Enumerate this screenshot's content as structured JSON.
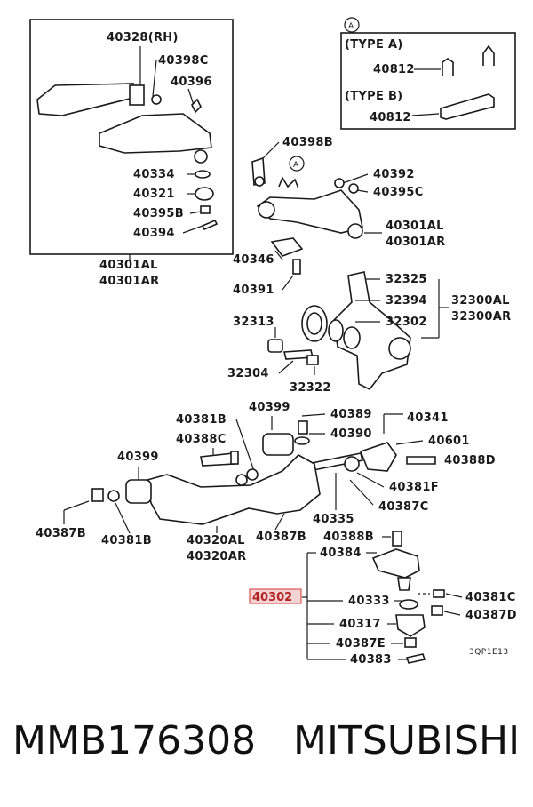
{
  "diagram": {
    "inset_box": {
      "circle_letter": "A",
      "type_a_label": "(TYPE A)",
      "type_a_part": "40812",
      "type_b_label": "(TYPE B)",
      "type_b_part": "40812"
    },
    "left_box": {
      "title": "40328(RH)",
      "p40398C": "40398C",
      "p40396": "40396",
      "p40334": "40334",
      "p40321": "40321",
      "p40395B": "40395B",
      "p40394": "40394",
      "assy_1": "40301AL",
      "assy_2": "40301AR"
    },
    "upper_arm": {
      "p40398B": "40398B",
      "circle_letter": "A",
      "p40392": "40392",
      "p40395C": "40395C",
      "p40301AL": "40301AL",
      "p40301AR": "40301AR",
      "p40346": "40346",
      "p40391": "40391"
    },
    "knuckle": {
      "p32325": "32325",
      "p32394": "32394",
      "p32302": "32302",
      "p32300AL": "32300AL",
      "p32300AR": "32300AR",
      "p32313": "32313",
      "p32304": "32304",
      "p32322": "32322"
    },
    "lower_arm": {
      "p40381B_top": "40381B",
      "p40388C": "40388C",
      "p40399_top": "40399",
      "p40389": "40389",
      "p40390": "40390",
      "p40341": "40341",
      "p40601": "40601",
      "p40388D": "40388D",
      "p40399_left": "40399",
      "p40381F": "40381F",
      "p40387C": "40387C",
      "p40335": "40335",
      "p40387B_left": "40387B",
      "p40381B_left": "40381B",
      "p40320AL": "40320AL",
      "p40320AR": "40320AR",
      "p40387B_mid": "40387B"
    },
    "ball_joint": {
      "p40388B": "40388B",
      "p40384": "40384",
      "p40302": "40302",
      "p40333": "40333",
      "p40381C": "40381C",
      "p40317": "40317",
      "p40387D": "40387D",
      "p40387E": "40387E",
      "p40383": "40383",
      "code": "3QP1E13"
    }
  },
  "footer": {
    "part_number": "MMB176308",
    "brand": "MITSUBISHI"
  },
  "colors": {
    "line": "#1a1a1a",
    "highlight": "#d9534f"
  }
}
